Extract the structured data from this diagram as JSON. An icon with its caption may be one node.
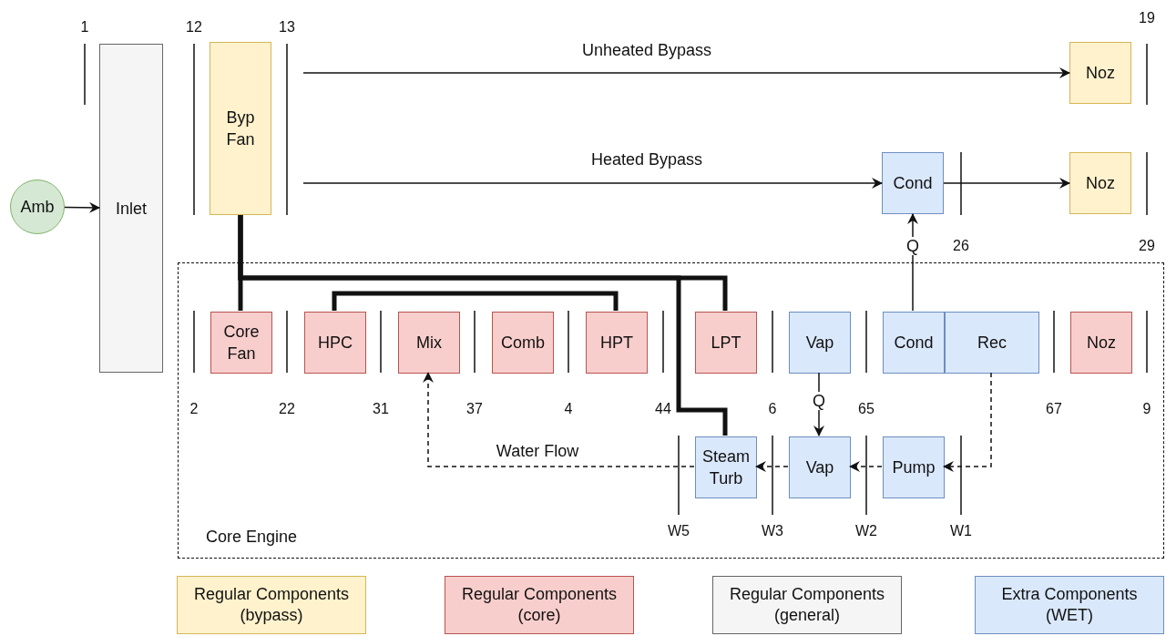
{
  "diagram": {
    "nodes": [
      {
        "text": [
          "Amb"
        ]
      },
      {
        "text": [
          "Inlet"
        ]
      },
      {
        "text": [
          "Byp Fan"
        ]
      },
      {
        "text": [
          "Noz"
        ]
      },
      {
        "text": [
          "Cond"
        ]
      },
      {
        "text": [
          "Noz"
        ]
      },
      {
        "text": [
          "Core Engine"
        ]
      },
      {
        "text": [
          "Core Fan"
        ],
        "in": 6
      },
      {
        "text": [
          "HPC"
        ],
        "in": 6
      },
      {
        "text": [
          "Mix"
        ],
        "in": 6
      },
      {
        "text": [
          "Comb"
        ],
        "in": 6
      },
      {
        "text": [
          "HPT"
        ],
        "in": 6
      },
      {
        "text": [
          "LPT"
        ],
        "in": 6
      },
      {
        "text": [
          "Vap"
        ],
        "in": 6
      },
      {
        "text": [
          "Cond"
        ],
        "in": 6
      },
      {
        "text": [
          "Rec"
        ],
        "in": 6
      },
      {
        "text": [
          "Noz"
        ],
        "in": 6
      },
      {
        "text": [
          "Steam Turb"
        ],
        "in": 6
      },
      {
        "text": [
          "Vap"
        ],
        "in": 6
      },
      {
        "text": [
          "Pump"
        ],
        "in": 6
      }
    ],
    "edges": [
      {
        "from": 0,
        "to": 1,
        "arrow": "to"
      },
      {
        "from": null,
        "to": 3,
        "arrow": "to",
        "label": "Unheated Bypass"
      },
      {
        "from": null,
        "to": 4,
        "arrow": "to",
        "label": "Heated Bypass"
      },
      {
        "from": 4,
        "to": 5,
        "arrow": "to"
      },
      {
        "from": 14,
        "to": 4,
        "arrow": "to",
        "label": "Q"
      },
      {
        "from": 13,
        "to": 18,
        "arrow": "to",
        "label": "Q"
      },
      {
        "from": 15,
        "to": 19,
        "arrow": "to",
        "style": "dashed"
      },
      {
        "from": 19,
        "to": 18,
        "arrow": "to",
        "style": "dashed"
      },
      {
        "from": 18,
        "to": 17,
        "arrow": "to",
        "style": "dashed"
      },
      {
        "from": 17,
        "to": 9,
        "arrow": "to",
        "style": "dashed",
        "label": "Water Flow"
      },
      {
        "from": 2,
        "to": 7,
        "arrow": "none",
        "style": "thick"
      },
      {
        "from": 2,
        "to": 12,
        "arrow": "none",
        "style": "thick"
      },
      {
        "from": 2,
        "to": 17,
        "arrow": "none",
        "style": "thick"
      },
      {
        "from": 8,
        "to": 11,
        "arrow": "none",
        "style": "thick"
      }
    ],
    "labels": [
      "1",
      "12",
      "13",
      "19",
      "26",
      "29",
      "2",
      "22",
      "31",
      "37",
      "4",
      "44",
      "6",
      "65",
      "67",
      "9",
      "W5",
      "W3",
      "W2",
      "W1"
    ],
    "legend": [
      {
        "text": "Regular Components (bypass)",
        "color": "#fff2cc"
      },
      {
        "text": "Regular Components (core)",
        "color": "#f8cecc"
      },
      {
        "text": "Regular Components (general)",
        "color": "#f5f5f5"
      },
      {
        "text": "Extra Components (WET)",
        "color": "#dae8fc"
      }
    ]
  }
}
